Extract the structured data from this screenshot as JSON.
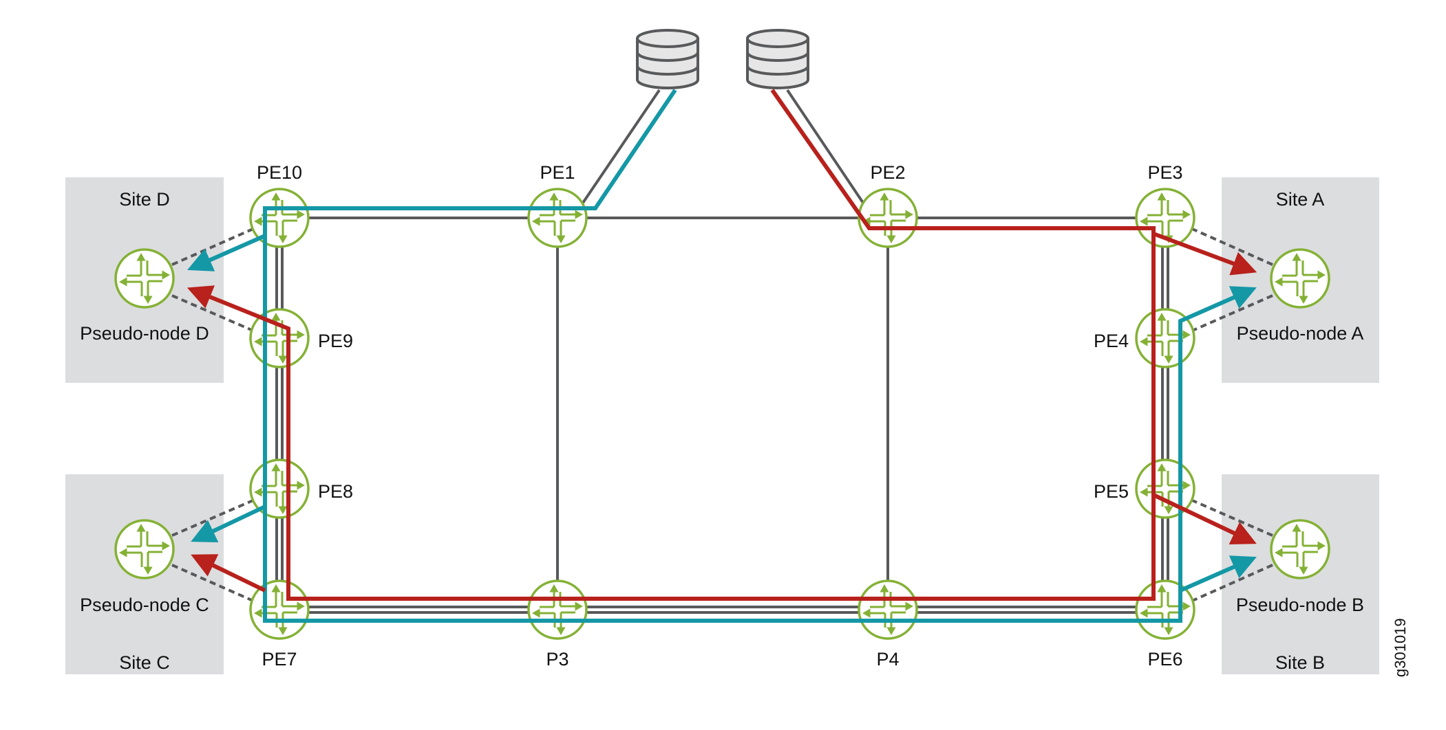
{
  "colors": {
    "teal": "#1498a6",
    "red": "#b8211c",
    "gray": "#58595b",
    "site": "#dcdddf",
    "router": "#84b135"
  },
  "sites": {
    "a": "Site A",
    "b": "Site B",
    "c": "Site C",
    "d": "Site D"
  },
  "pseudo_nodes": {
    "a": "Pseudo-node A",
    "b": "Pseudo-node B",
    "c": "Pseudo-node C",
    "d": "Pseudo-node D"
  },
  "routers": {
    "pe1": "PE1",
    "pe2": "PE2",
    "pe3": "PE3",
    "pe4": "PE4",
    "pe5": "PE5",
    "pe6": "PE6",
    "pe7": "PE7",
    "pe8": "PE8",
    "pe9": "PE9",
    "pe10": "PE10",
    "p3": "P3",
    "p4": "P4"
  },
  "figure_id": "g301019",
  "icons": {
    "router": "router-icon",
    "database": "database-icon"
  }
}
